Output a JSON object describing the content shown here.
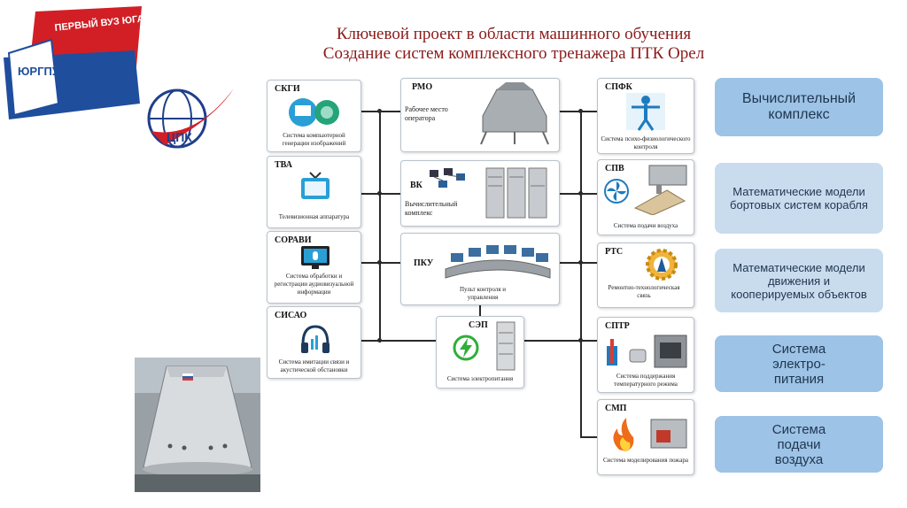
{
  "title": {
    "line1": "Ключевой проект в области машинного обучения",
    "line2": "Создание систем комплексного тренажера ПТК Орел"
  },
  "logo_npi": {
    "banner_text": "ПЕРВЫЙ ВУЗ ЮГА РОССИИ!",
    "seal_text": "ЮРГПУ НПИ"
  },
  "logo_cpk": {
    "text": "ЦПК"
  },
  "left_systems": [
    {
      "code": "СКГИ",
      "caption": "Система компьютерной генерации изображений"
    },
    {
      "code": "ТВА",
      "caption": "Телевизионная аппаратура"
    },
    {
      "code": "СОРАВИ",
      "caption": "Система обработки и регистрации аудиовизуальной информации"
    },
    {
      "code": "СИСАО",
      "caption": "Система имитации связи и акустической обстановки"
    }
  ],
  "center_systems": [
    {
      "code": "РМО",
      "caption": "Рабочее место оператора"
    },
    {
      "code": "ВК",
      "caption": "Вычислительный комплекс"
    },
    {
      "code": "ПКУ",
      "caption": "Пульт контроля и управления"
    },
    {
      "code": "СЭП",
      "caption": "Система электропитания"
    }
  ],
  "right_systems": [
    {
      "code": "СПФК",
      "caption": "Система психо-физиологического контроля"
    },
    {
      "code": "СПВ",
      "caption": "Система подачи воздуха"
    },
    {
      "code": "РТС",
      "caption": "Ремонтно-технологическая связь"
    },
    {
      "code": "СПТР",
      "caption": "Система поддержания температурного режима"
    },
    {
      "code": "СМП",
      "caption": "Система моделирования пожара"
    }
  ],
  "buttons": [
    {
      "label": "Вычислительный комплекс",
      "bg": "#9dc3e6"
    },
    {
      "label": "Математические модели бортовых систем корабля",
      "bg": "#c9dcee"
    },
    {
      "label": "Математические модели движения и кооперируемых объектов",
      "bg": "#c9dcee"
    },
    {
      "label": "Система электро-питания",
      "bg": "#9dc3e6"
    },
    {
      "label": "Система подачи воздуха",
      "bg": "#9dc3e6"
    }
  ],
  "colors": {
    "title": "#8b1a1a",
    "bus": "#2a2a2a",
    "button_dark": "#9dc3e6",
    "button_light": "#c9dcee"
  },
  "photo": {
    "icon": "spacecraft-capsule-photo"
  }
}
